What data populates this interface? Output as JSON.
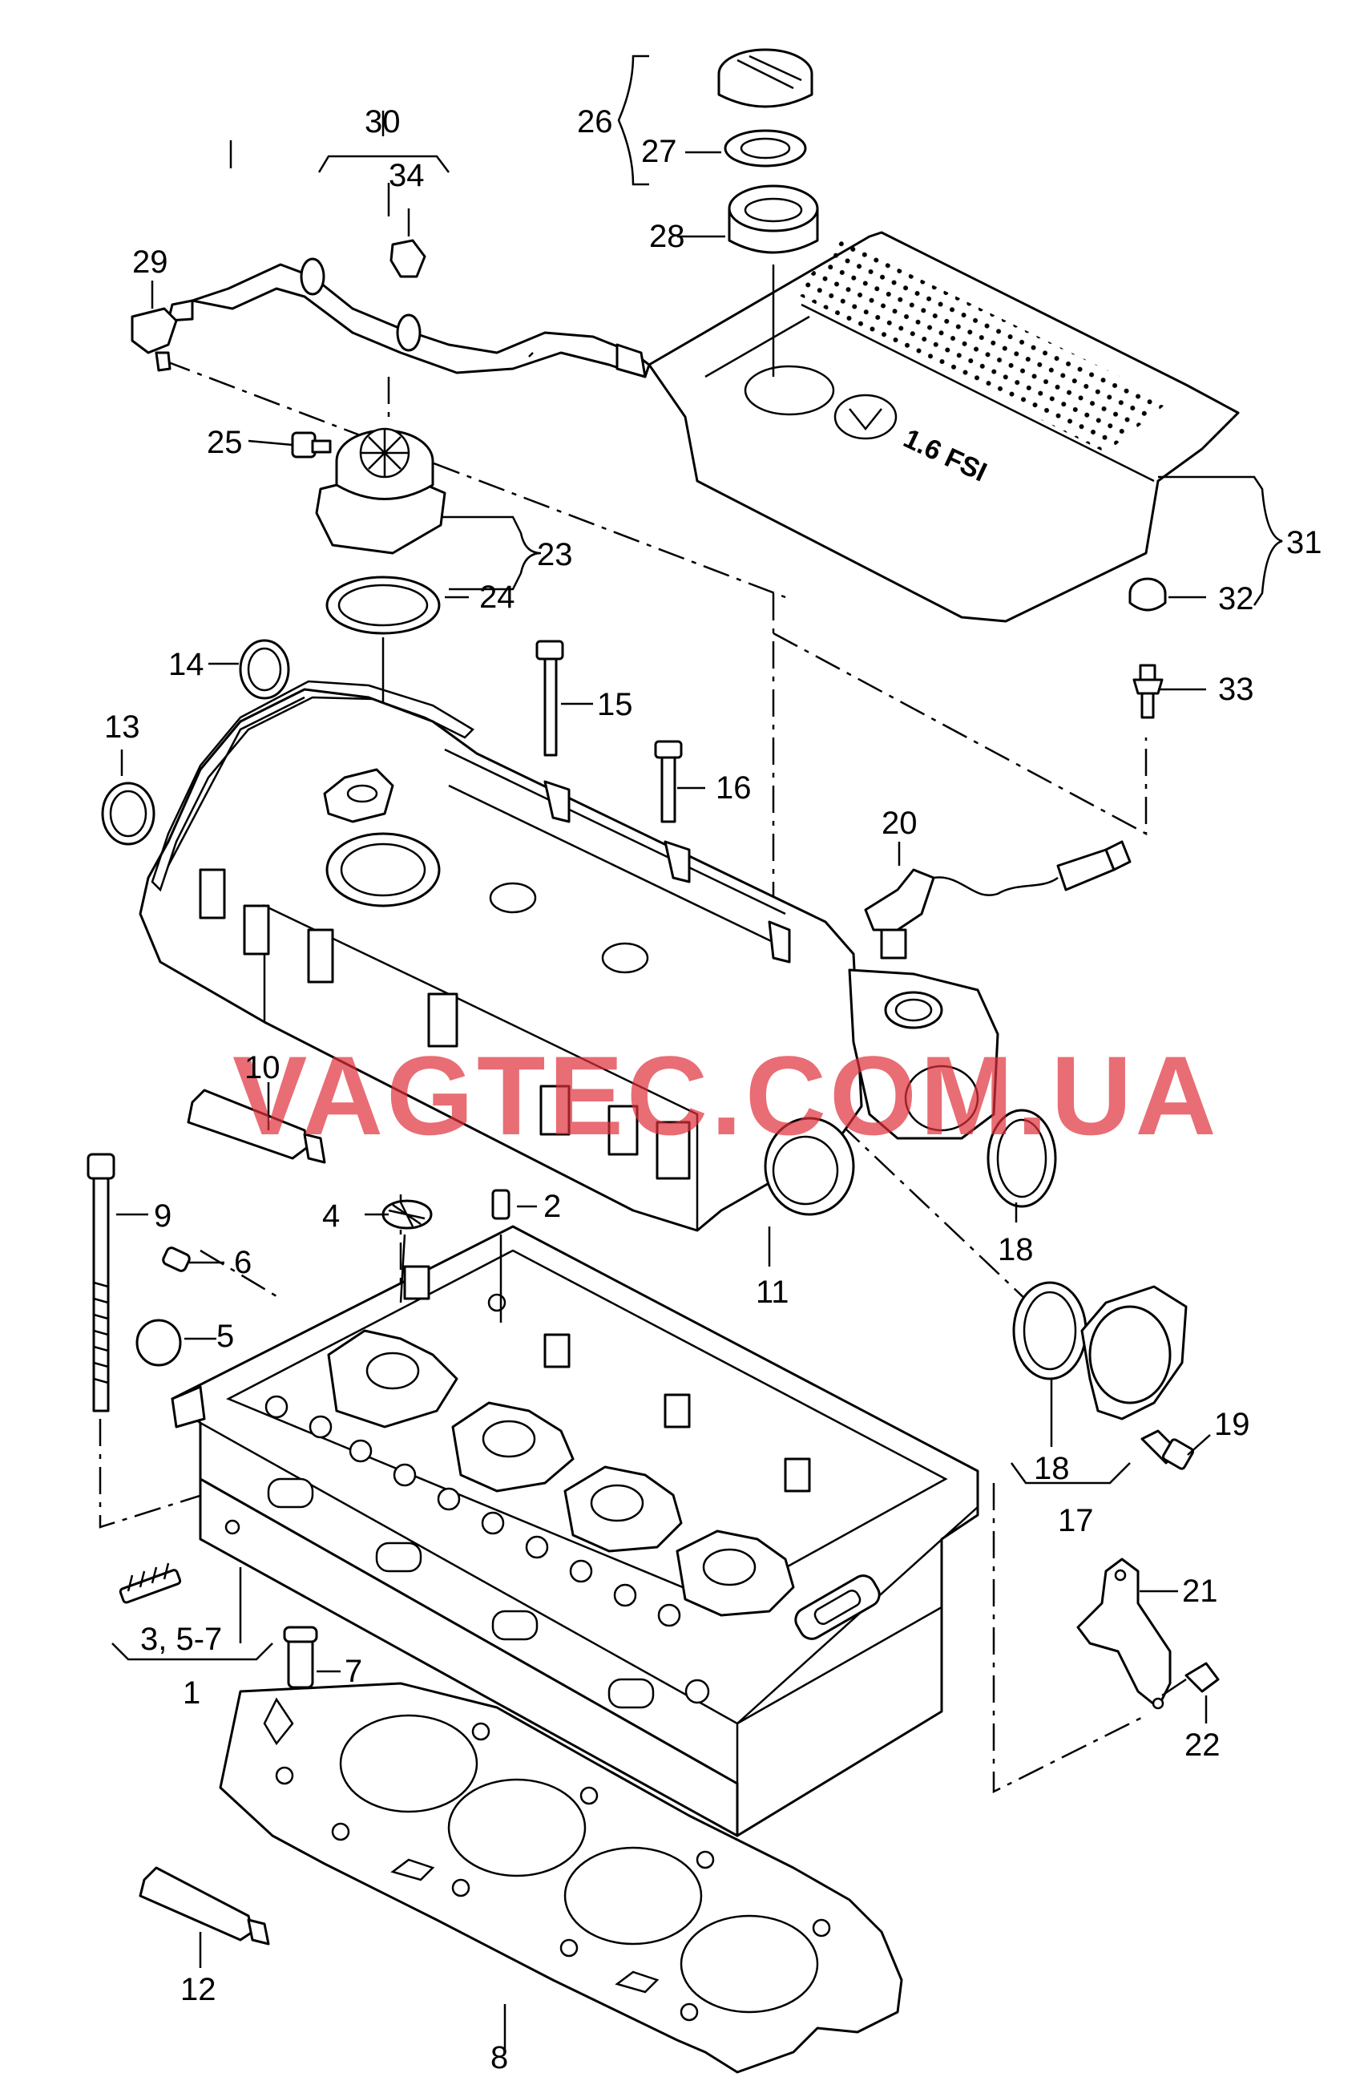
{
  "watermark": "VAGTEC.COM.UA",
  "cover_badge": "1.6 FSI",
  "callouts": {
    "c1": "1",
    "c2": "2",
    "c3_57": "3, 5-7",
    "c4": "4",
    "c5": "5",
    "c6": "6",
    "c7": "7",
    "c8": "8",
    "c9": "9",
    "c10": "10",
    "c11": "11",
    "c12": "12",
    "c13": "13",
    "c14": "14",
    "c15": "15",
    "c16": "16",
    "c17": "17",
    "c18a": "18",
    "c18b": "18",
    "c19": "19",
    "c20": "20",
    "c21": "21",
    "c22": "22",
    "c23": "23",
    "c24": "24",
    "c25": "25",
    "c26": "26",
    "c27": "27",
    "c28": "28",
    "c29": "29",
    "c30": "30",
    "c31": "31",
    "c32": "32",
    "c33": "33",
    "c34": "34"
  },
  "colors": {
    "line": "#000000",
    "watermark": "#e0303a",
    "background": "#ffffff"
  }
}
